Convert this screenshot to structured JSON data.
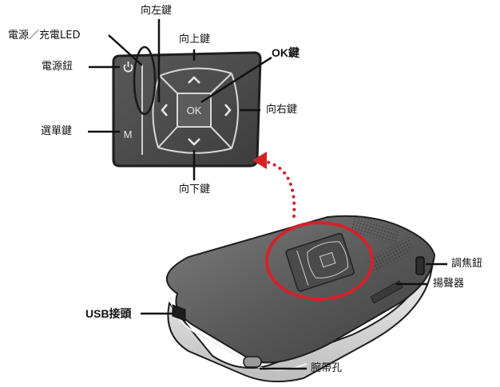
{
  "labels": {
    "power_charge_led": "電源／充電LED",
    "left_key": "向左鍵",
    "up_key": "向上鍵",
    "ok_key": "OK鍵",
    "power_button": "電源鈕",
    "right_key": "向右鍵",
    "menu_key": "選單鍵",
    "down_key": "向下鍵",
    "focus_button": "調焦鈕",
    "speaker": "揚聲器",
    "usb_connector": "USB接頭",
    "strap_hole": "腕帶孔"
  },
  "keypad": {
    "ok_text": "OK",
    "menu_text": "M",
    "power_symbol": "⏻"
  },
  "colors": {
    "highlight_red": "#d3222a",
    "keypad_dark": "#4d4d4d",
    "keypad_border": "#222222",
    "key_lines": "#d8d8d8"
  }
}
